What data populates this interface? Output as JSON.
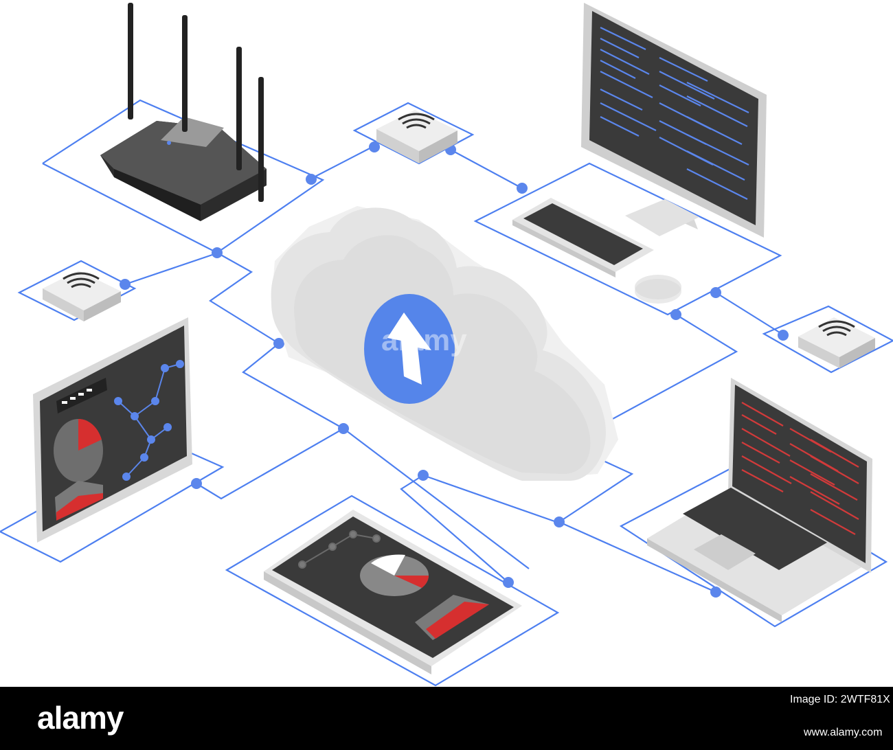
{
  "watermark": {
    "logo": "alamy"
  },
  "footer": {
    "logo": "alamy",
    "image_id": "Image ID: 2WTF81X",
    "site": "www.alamy.com"
  },
  "colors": {
    "line": "#4d7ff0",
    "node": "#5b86ec",
    "cloud": "#e6e6e6",
    "upload_circle": "#5585ea",
    "device_dark": "#3b3b3b",
    "screen_code_blue": "#5b86ec",
    "screen_code_red": "#d23a3a",
    "accent_red": "#d62f2f"
  },
  "icons": [
    "cloud-upload-icon",
    "wifi-icon",
    "router-icon",
    "monitor-icon",
    "laptop-icon",
    "tablet-icon",
    "phone-icon",
    "keyboard-icon",
    "mouse-icon"
  ]
}
